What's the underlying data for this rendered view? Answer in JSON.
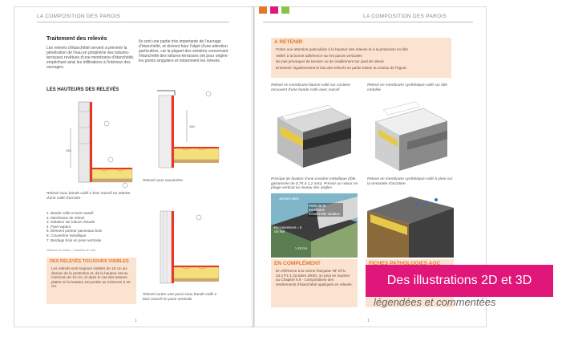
{
  "running_head": "LA COMPOSITION DES PAROIS",
  "tab_colors": [
    "#e07a2a",
    "#e0167a",
    "#8bc34a"
  ],
  "left": {
    "heading": "Traitement des relevés",
    "intro": "Les relevés d'étanchéité servent à prévenir la pénétration de l'eau en périphérie des toitures-terrasses revêtues d'une membrane d'étanchéité, empêchant ainsi les infiltrations à l'intérieur des ouvrages.",
    "intro_col2": "Ils sont une partie très importante de l'ouvrage d'étanchéité, et doivent faire l'objet d'une attention particulière, car la plupart des sinistres concernant l'étanchéité des toitures-terrasses ont pour origine les points singuliers et notamment les relevés.",
    "subheading": "LES HAUTEURS DES RELEVÉS",
    "fig1_caption": "Relevé sous bande collé e bois massif en attente d'une collé d'arrivée",
    "fig2_caption": "Relevé sous couvertine",
    "fig3_caption": "Relevé contre une paroi sous bande collé e bois massif en pose verticale",
    "legend": [
      "1. Bande collé et bois massif",
      "2. Membrane de relevé",
      "3. Isolation sur toiture chaude",
      "4. Pare-vapeur",
      "5. Élément porteur panneaux bois",
      "6. Couvertine métallique",
      "7. Bardage bois en pose verticale"
    ],
    "legend_note": "Valeurs en cotes - Cotation en mm",
    "box_title": "DES RELEVÉS TOUJOURS VISIBLES",
    "box_text": "Les relevés sont toujours visibles de 15 cm au-dessus de la protection et, de la hauteur est au minimum de 10 cm, et dans le cas des toitures plates où la hauteur est portée au minimum à 20 cm.",
    "page_number": "1"
  },
  "right": {
    "retenir_title": "A RETENIR",
    "retenir_items": [
      "Porter une attention particulière à la hauteur des relevés et à la protection en tête",
      "Veiller à la bonne adhérence sur les parois verticales",
      "Ne pas provoquer de tension ou de cisaillement sur pied de relevé",
      "Entretenir régulièrement le bas des relevés en partie basse au niveau de l'égout"
    ],
    "cap_tl": "Relevé en membrane bitume collé sur costière recouvert d'une bande collé avec massif",
    "cap_tr": "Relevé en membrane synthétique collé sur tôle ondulée",
    "cap_ml": "Principe de fixation d'une costière métallique (tôle galvanisée de 0,75 à 1,2 mm). Prévoir un retour en pliage vertical au niveau des angles.",
    "cap_mr": "Relevé en membrane synthétique collé à plein sur la remontée d'acrotère",
    "overlay_a": "Jointure pliée",
    "overlay_b": "Partie de la membrane d'étanchéité rabattue",
    "overlay_c": "Recouvrement = 5 cm fixé",
    "overlay_d": "> 10 cm",
    "complement_title": "EN COMPLÉMENT",
    "complement_text": "En référence à la norme française NF DTU 43.4 P1-1 (octobre 2006), on peut se reporter au Chapitre 6.6 - Compositions des revêtements d'étanchéité appliqués en relevés.",
    "fiches_title": "FICHES PATHOLOGIES AQC",
    "page_number": "1"
  },
  "banner": {
    "title": "Des illustrations 2D et 3D",
    "subtitle": "légendées et commentées"
  }
}
